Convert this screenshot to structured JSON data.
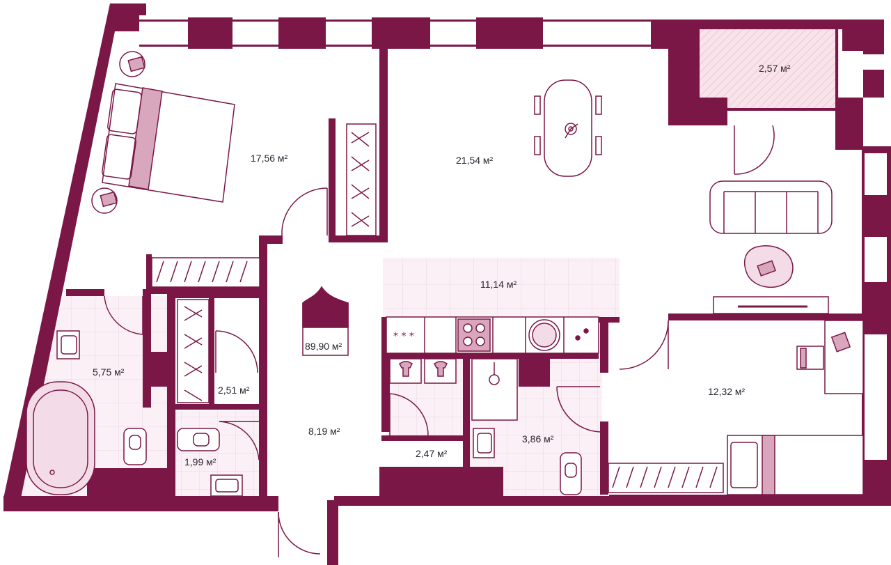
{
  "colors": {
    "wall": "#7a1747",
    "room_fill": "#ffffff",
    "tile_fill": "#f9eef3",
    "tile_line": "#efd9e3",
    "balcony_fill": "#f7dfe7",
    "furniture_line": "#7a1747",
    "accent_fill": "#d8a6bd",
    "label": "#2b2430"
  },
  "rooms": [
    {
      "id": "bedroom",
      "area": "17,56 м²"
    },
    {
      "id": "living",
      "area": "21,54 м²"
    },
    {
      "id": "balcony",
      "area": "2,57 м²"
    },
    {
      "id": "kitchen",
      "area": "11,14 м²"
    },
    {
      "id": "bath-main",
      "area": "5,75 м²"
    },
    {
      "id": "closet",
      "area": "2,51 м²"
    },
    {
      "id": "hall",
      "area": "8,19 м²"
    },
    {
      "id": "laundry",
      "area": "2,47 м²"
    },
    {
      "id": "wc",
      "area": "1,99 м²"
    },
    {
      "id": "bath-second",
      "area": "3,86 м²"
    },
    {
      "id": "bedroom-second",
      "area": "12,32 м²"
    }
  ],
  "total_area": "89,90 м²",
  "icons": [
    "bed-icon",
    "armchair-icon",
    "dining-table-icon",
    "sofa-icon",
    "coffee-table-icon",
    "tv-stand-icon",
    "desk-icon",
    "stove-icon",
    "sink-icon",
    "bathtub-icon",
    "toilet-icon",
    "washing-machine-icon",
    "wardrobe-icon",
    "house-icon"
  ]
}
